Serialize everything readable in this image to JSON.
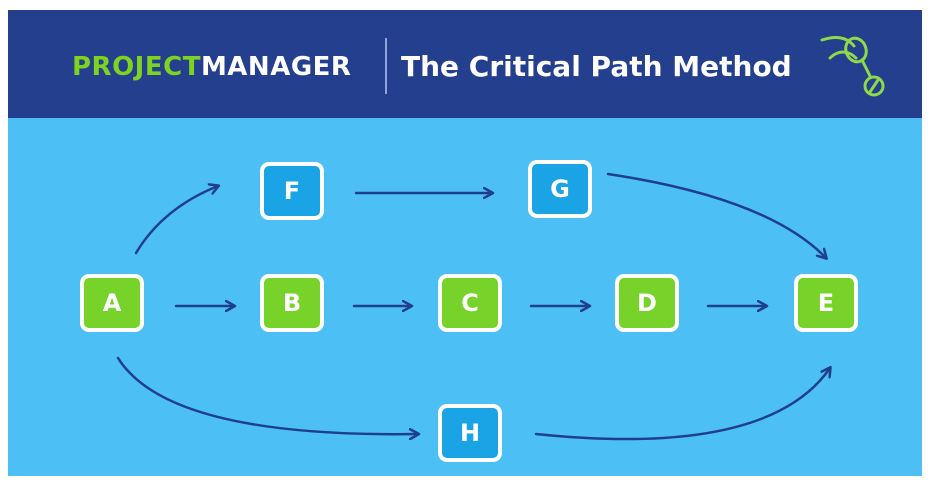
{
  "header": {
    "brand_part1": "PROJECT",
    "brand_part2": "MANAGER",
    "title": "The Critical Path Method"
  },
  "nodes": {
    "A": "A",
    "B": "B",
    "C": "C",
    "D": "D",
    "E": "E",
    "F": "F",
    "G": "G",
    "H": "H"
  },
  "edges": [
    [
      "A",
      "B"
    ],
    [
      "B",
      "C"
    ],
    [
      "C",
      "D"
    ],
    [
      "D",
      "E"
    ],
    [
      "A",
      "F"
    ],
    [
      "F",
      "G"
    ],
    [
      "G",
      "E"
    ],
    [
      "A",
      "H"
    ],
    [
      "H",
      "E"
    ]
  ],
  "colors": {
    "header_bg": "#233f8e",
    "canvas_bg": "#4cc0f4",
    "critical_node": "#77d22a",
    "non_critical_node": "#1aa3e5",
    "arrow": "#1f3f8a",
    "brand_green": "#7ed321"
  },
  "icons": {
    "logo": "pencil-leaf-logo-icon"
  }
}
